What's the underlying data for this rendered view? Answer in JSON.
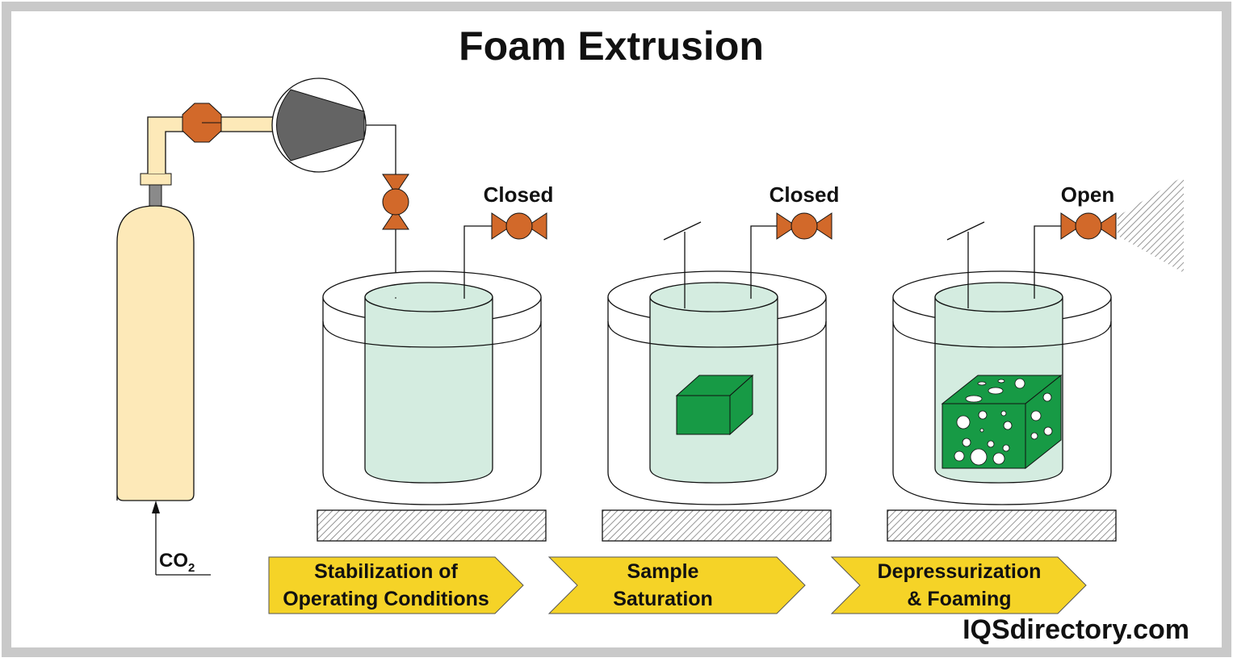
{
  "title": "Foam Extrusion",
  "gas_label": {
    "main": "CO",
    "subscript": "2"
  },
  "valve_states": [
    "Closed",
    "Closed",
    "Open"
  ],
  "steps": [
    {
      "line1": "Stabilization of",
      "line2": "Operating Conditions"
    },
    {
      "line1": "Sample",
      "line2": "Saturation"
    },
    {
      "line1": "Depressurization",
      "line2": "& Foaming"
    }
  ],
  "watermark": "IQSdirectory.com",
  "colors": {
    "cylinder": "#fde9b8",
    "valve": "#d2692a",
    "compressor": "#646464",
    "liquid": "#d4ece0",
    "sample": "#179a45",
    "arrow": "#f5d327",
    "frame": "#c9c9c9"
  }
}
